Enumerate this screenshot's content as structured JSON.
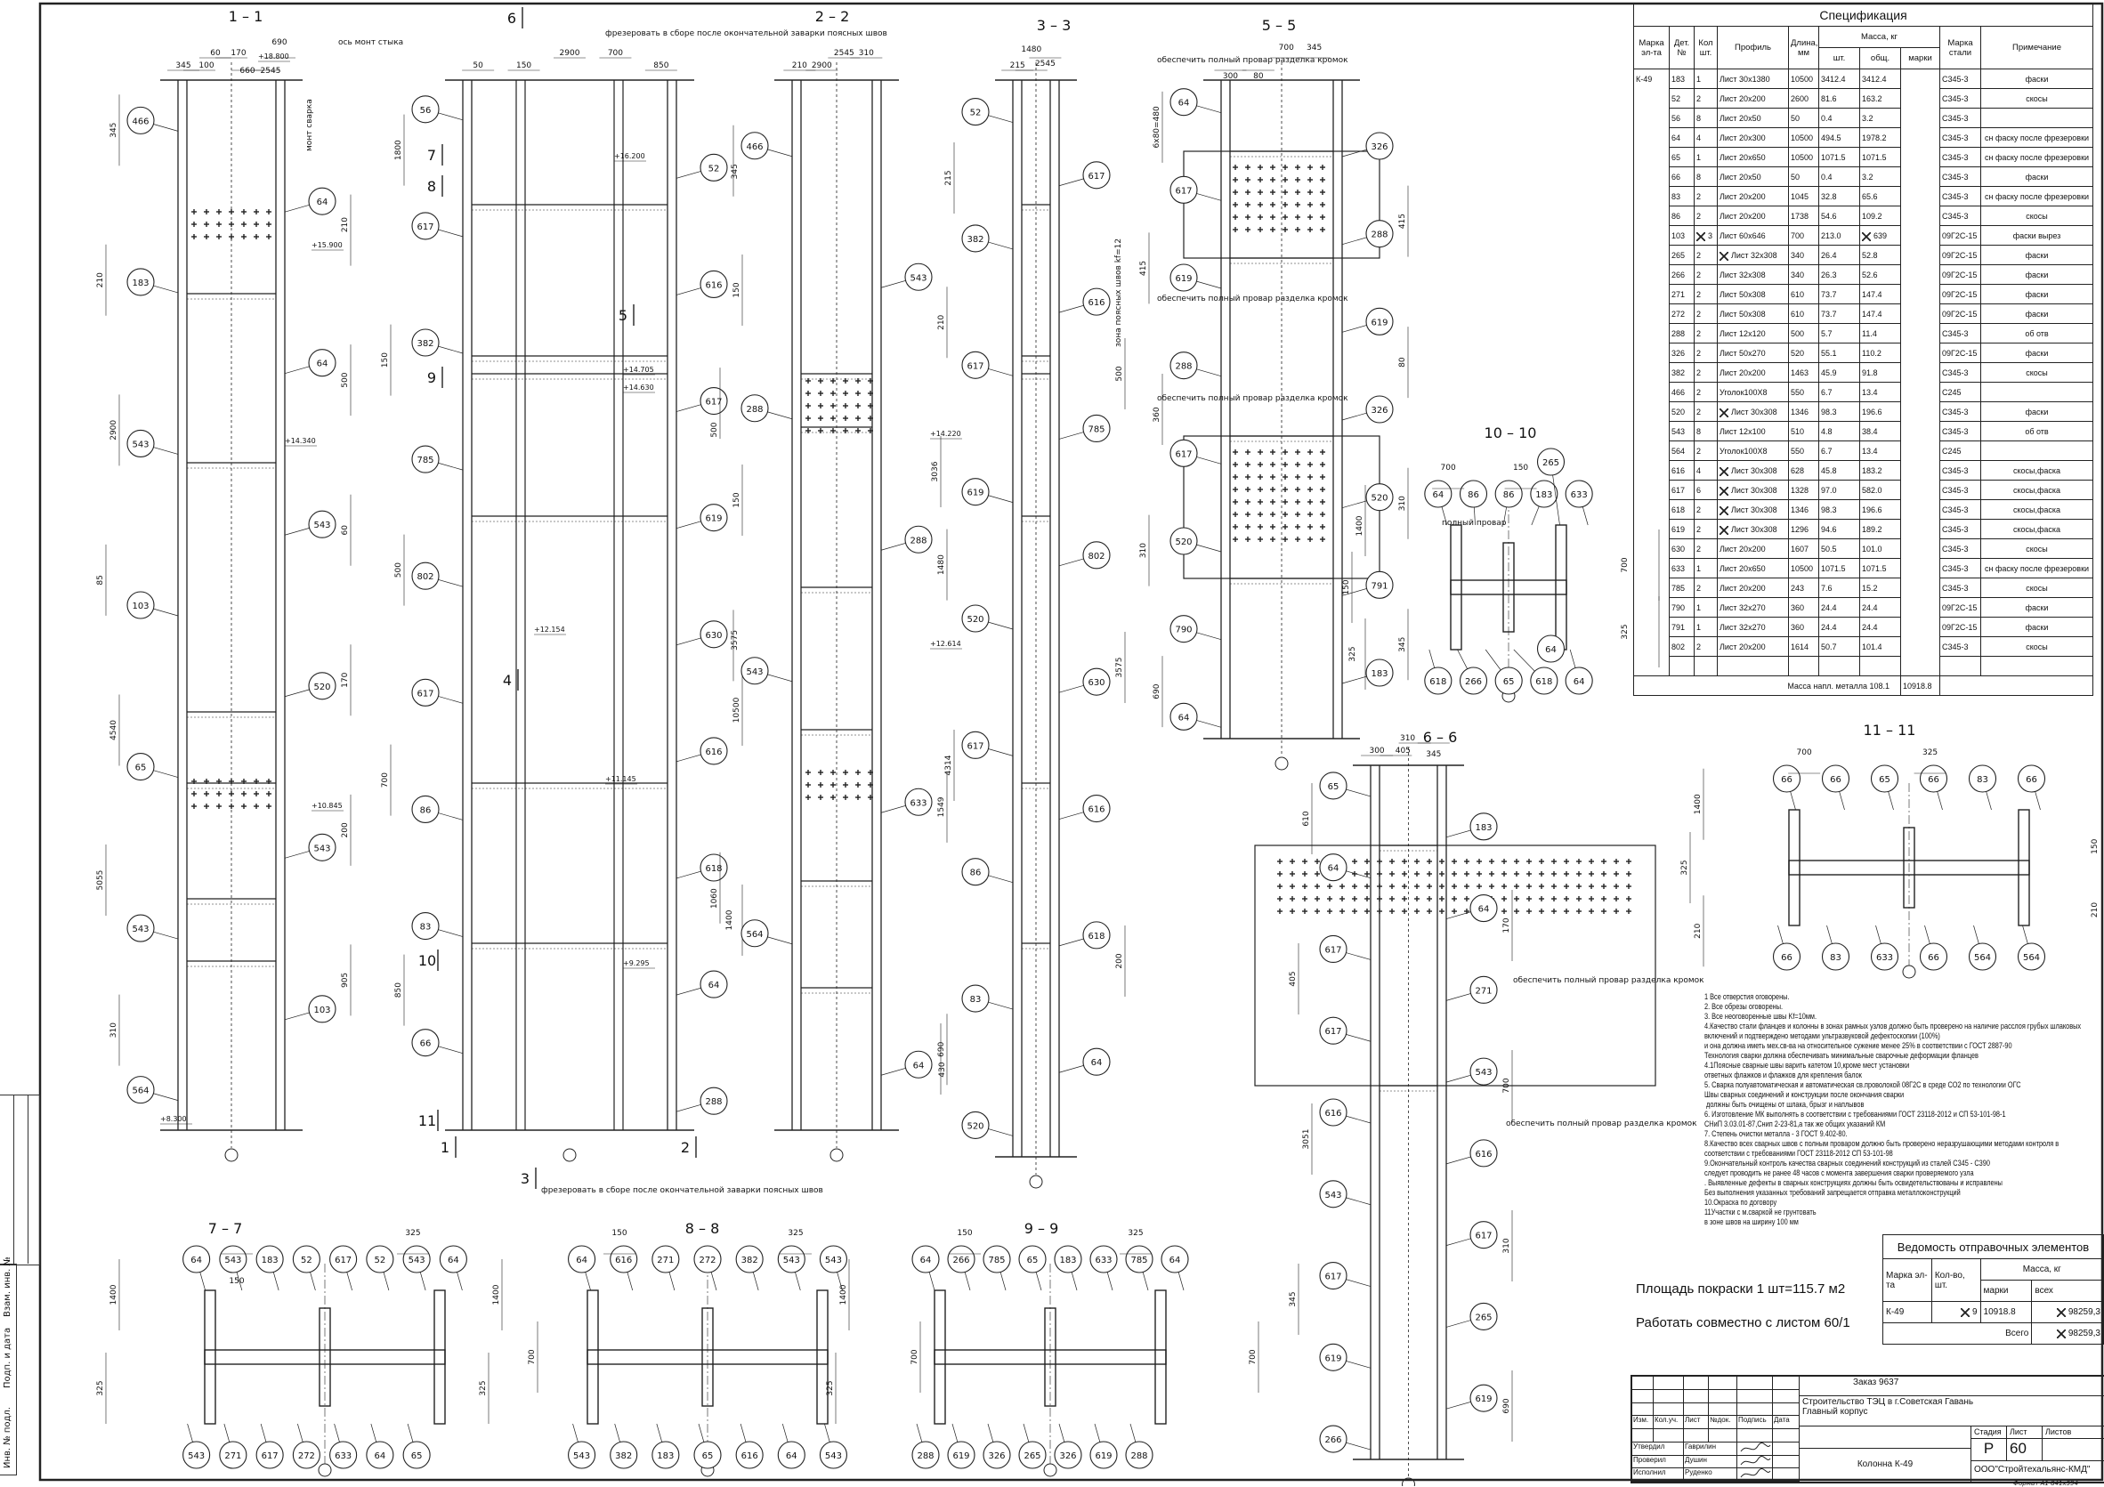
{
  "views": [
    {
      "title": "1 – 1",
      "callouts": [
        "466",
        "64",
        "183",
        "64",
        "543",
        "543",
        "103",
        "520",
        "65",
        "543",
        "543",
        "103",
        "564"
      ],
      "dims": [
        "345",
        "345",
        "210",
        "210",
        "100",
        "500",
        "2900",
        "60",
        "60",
        "85",
        "170",
        "170",
        "4540",
        "660",
        "200",
        "5055",
        "2545",
        "905",
        "310",
        "690"
      ]
    },
    {
      "title": "",
      "callouts": [
        "56",
        "52",
        "617",
        "616",
        "382",
        "617",
        "785",
        "619",
        "802",
        "630",
        "617",
        "616",
        "86",
        "618",
        "83",
        "64",
        "66",
        "288"
      ],
      "dims": [
        "1800",
        "50",
        "150",
        "150",
        "150",
        "150",
        "500",
        "2900",
        "10500",
        "700",
        "700",
        "1400",
        "850",
        "850"
      ]
    },
    {
      "title": "2 – 2",
      "callouts": [
        "466",
        "543",
        "288",
        "288",
        "543",
        "633",
        "564",
        "64"
      ],
      "dims": [
        "345",
        "210",
        "210",
        "500",
        "2900",
        "1480",
        "3575",
        "2545",
        "1549",
        "1060",
        "310",
        "690"
      ]
    },
    {
      "title": "3 – 3",
      "callouts": [
        "52",
        "617",
        "382",
        "616",
        "617",
        "785",
        "619",
        "802",
        "520",
        "630",
        "617",
        "616",
        "86",
        "618",
        "83",
        "64",
        "520"
      ],
      "dims": [
        "215",
        "215",
        "500",
        "3036",
        "1480",
        "3575",
        "4314",
        "2545",
        "200",
        "430"
      ]
    },
    {
      "title": "5 – 5",
      "callouts": [
        "64",
        "326",
        "617",
        "288",
        "619",
        "619",
        "288",
        "326",
        "617",
        "520",
        "520",
        "791",
        "790",
        "183",
        "64"
      ],
      "dims": [
        "6x80=480",
        "300",
        "415",
        "415",
        "80",
        "80",
        "360",
        "700",
        "310",
        "310",
        "345",
        "345",
        "690"
      ]
    },
    {
      "title": "10 – 10",
      "callouts": [
        "64",
        "618",
        "86",
        "266",
        "86",
        "65",
        "183",
        "618",
        "265",
        "64",
        "633",
        "64"
      ],
      "dims": [
        "1400",
        "700",
        "700",
        "150",
        "150",
        "325",
        "325"
      ]
    },
    {
      "title": "6 – 6",
      "callouts": [
        "65",
        "183",
        "64",
        "64",
        "617",
        "271",
        "617",
        "543",
        "616",
        "616",
        "543",
        "617",
        "617",
        "265",
        "619",
        "619",
        "266"
      ],
      "dims": [
        "610",
        "300",
        "170",
        "405",
        "405",
        "700",
        "3051",
        "310",
        "310",
        "345",
        "345",
        "690"
      ]
    },
    {
      "title": "11 – 11",
      "callouts": [
        "66",
        "66",
        "66",
        "83",
        "65",
        "633",
        "66",
        "66",
        "83",
        "564",
        "66",
        "564"
      ],
      "dims": [
        "1400",
        "700",
        "150",
        "325",
        "325",
        "210",
        "210"
      ]
    },
    {
      "title": "7 – 7",
      "callouts": [
        "64",
        "543",
        "543",
        "271",
        "183",
        "617",
        "52",
        "272",
        "617",
        "633",
        "52",
        "64",
        "543",
        "65",
        "64"
      ],
      "dims": [
        "1400",
        "150",
        "700",
        "325",
        "325"
      ]
    },
    {
      "title": "8 – 8",
      "callouts": [
        "64",
        "543",
        "616",
        "382",
        "271",
        "183",
        "272",
        "65",
        "382",
        "616",
        "543",
        "64",
        "543",
        "543"
      ],
      "dims": [
        "1400",
        "150",
        "700",
        "325",
        "325"
      ]
    },
    {
      "title": "9 – 9",
      "callouts": [
        "64",
        "288",
        "266",
        "619",
        "785",
        "326",
        "65",
        "265",
        "183",
        "326",
        "633",
        "619",
        "785",
        "288",
        "64"
      ],
      "dims": [
        "1400",
        "150",
        "700",
        "325",
        "325"
      ]
    }
  ],
  "annotations": {
    "axis_joint": "ось монт стыка",
    "site_weld": "монт сварка",
    "mill_top": "фрезеровать в сборе после окончательной заварки поясных швов",
    "mill_bottom": "фрезеровать в сборе после окончательной заварки поясных швов",
    "full_pen_1": "обеспечить полный провар разделка кромок",
    "full_pen_2": "обеспечить полный провар разделка кромок",
    "full_pen_3": "обеспечить полный провар разделка кромок",
    "full_pen_4": "обеспечить полный провар разделка кромок",
    "full_pen_5": "обеспечить полный провар разделка кромок",
    "full_pen_short": "полный провар",
    "flange_zone": "зона поясных швов kf=12",
    "elevations": [
      "+18.800",
      "+16.200",
      "+15.900",
      "+14.705",
      "+14.630",
      "+14.340",
      "+14.220",
      "+12.154",
      "+12.614",
      "+11.145",
      "+10.845",
      "+9.295",
      "+8.300"
    ],
    "section_marks": [
      "1",
      "2",
      "3",
      "4",
      "5",
      "6",
      "7",
      "8",
      "9",
      "10",
      "11"
    ],
    "axis": "8"
  },
  "spec": {
    "title": "Спецификация",
    "headers": {
      "mark": "Марка эл-та",
      "det": "Дет. №",
      "qty": "Кол шт.",
      "profile": "Профиль",
      "length": "Длина, мм",
      "mass": "Масса, кг",
      "mass_pc": "шт.",
      "mass_total": "общ.",
      "mass_mark": "марки",
      "steel": "Марка стали",
      "note": "Примечание"
    },
    "element": "К-49",
    "rows": [
      {
        "det": "183",
        "qty": "1",
        "profile": "Лист 30х1380",
        "len": "10500",
        "pc": "3412.4",
        "tot": "3412.4",
        "steel": "С345-3",
        "note": "фаски"
      },
      {
        "det": "52",
        "qty": "2",
        "profile": "Лист 20х200",
        "len": "2600",
        "pc": "81.6",
        "tot": "163.2",
        "steel": "С345-3",
        "note": "скосы"
      },
      {
        "det": "56",
        "qty": "8",
        "profile": "Лист 20х50",
        "len": "50",
        "pc": "0.4",
        "tot": "3.2",
        "steel": "С345-3",
        "note": ""
      },
      {
        "det": "64",
        "qty": "4",
        "profile": "Лист 20х300",
        "len": "10500",
        "pc": "494.5",
        "tot": "1978.2",
        "steel": "С345-3",
        "note": "сн фаску после фрезеровки"
      },
      {
        "det": "65",
        "qty": "1",
        "profile": "Лист 20х650",
        "len": "10500",
        "pc": "1071.5",
        "tot": "1071.5",
        "steel": "С345-3",
        "note": "сн фаску после фрезеровки"
      },
      {
        "det": "66",
        "qty": "8",
        "profile": "Лист 20х50",
        "len": "50",
        "pc": "0.4",
        "tot": "3.2",
        "steel": "С345-3",
        "note": "фаски"
      },
      {
        "det": "83",
        "qty": "2",
        "profile": "Лист 20х200",
        "len": "1045",
        "pc": "32.8",
        "tot": "65.6",
        "steel": "С345-3",
        "note": "сн фаску после фрезеровки"
      },
      {
        "det": "86",
        "qty": "2",
        "profile": "Лист 20х200",
        "len": "1738",
        "pc": "54.6",
        "tot": "109.2",
        "steel": "С345-3",
        "note": "скосы"
      },
      {
        "det": "103",
        "qty": "3",
        "qty_corrected": true,
        "profile": "Лист 60х646",
        "len": "700",
        "pc": "213.0",
        "tot": "639",
        "tot_corrected": true,
        "steel": "09Г2С-15",
        "note": "фаски вырез"
      },
      {
        "det": "265",
        "qty": "2",
        "profile": "Лист 32х308",
        "profile_corrected": true,
        "len": "340",
        "pc": "26.4",
        "tot": "52.8",
        "steel": "09Г2С-15",
        "note": "фаски"
      },
      {
        "det": "266",
        "qty": "2",
        "profile": "Лист 32х308",
        "len": "340",
        "pc": "26.3",
        "tot": "52.6",
        "steel": "09Г2С-15",
        "note": "фаски"
      },
      {
        "det": "271",
        "qty": "2",
        "profile": "Лист 50х308",
        "len": "610",
        "pc": "73.7",
        "tot": "147.4",
        "steel": "09Г2С-15",
        "note": "фаски"
      },
      {
        "det": "272",
        "qty": "2",
        "profile": "Лист 50х308",
        "len": "610",
        "pc": "73.7",
        "tot": "147.4",
        "steel": "09Г2С-15",
        "note": "фаски"
      },
      {
        "det": "288",
        "qty": "2",
        "profile": "Лист 12х120",
        "len": "500",
        "pc": "5.7",
        "tot": "11.4",
        "steel": "С345-3",
        "note": "об отв"
      },
      {
        "det": "326",
        "qty": "2",
        "profile": "Лист 50х270",
        "len": "520",
        "pc": "55.1",
        "tot": "110.2",
        "steel": "09Г2С-15",
        "note": "фаски"
      },
      {
        "det": "382",
        "qty": "2",
        "profile": "Лист 20х200",
        "len": "1463",
        "pc": "45.9",
        "tot": "91.8",
        "steel": "С345-3",
        "note": "скосы"
      },
      {
        "det": "466",
        "qty": "2",
        "profile": "Уголок100Х8",
        "len": "550",
        "pc": "6.7",
        "tot": "13.4",
        "steel": "С245",
        "note": ""
      },
      {
        "det": "520",
        "qty": "2",
        "profile": "Лист 30х308",
        "profile_corrected": true,
        "len": "1346",
        "pc": "98.3",
        "tot": "196.6",
        "steel": "С345-3",
        "note": "фаски"
      },
      {
        "det": "543",
        "qty": "8",
        "profile": "Лист 12х100",
        "len": "510",
        "pc": "4.8",
        "tot": "38.4",
        "steel": "С345-3",
        "note": "об отв"
      },
      {
        "det": "564",
        "qty": "2",
        "profile": "Уголок100Х8",
        "len": "550",
        "pc": "6.7",
        "tot": "13.4",
        "steel": "С245",
        "note": ""
      },
      {
        "det": "616",
        "qty": "4",
        "profile": "Лист 30х308",
        "profile_corrected": true,
        "len": "628",
        "pc": "45.8",
        "tot": "183.2",
        "steel": "С345-3",
        "note": "скосы,фаска"
      },
      {
        "det": "617",
        "qty": "6",
        "profile": "Лист 30х308",
        "profile_corrected": true,
        "len": "1328",
        "pc": "97.0",
        "tot": "582.0",
        "steel": "С345-3",
        "note": "скосы,фаска"
      },
      {
        "det": "618",
        "qty": "2",
        "profile": "Лист 30х308",
        "profile_corrected": true,
        "len": "1346",
        "pc": "98.3",
        "tot": "196.6",
        "steel": "С345-3",
        "note": "скосы,фаска"
      },
      {
        "det": "619",
        "qty": "2",
        "profile": "Лист 30х308",
        "profile_corrected": true,
        "len": "1296",
        "pc": "94.6",
        "tot": "189.2",
        "steel": "С345-3",
        "note": "скосы,фаска"
      },
      {
        "det": "630",
        "qty": "2",
        "profile": "Лист 20х200",
        "len": "1607",
        "pc": "50.5",
        "tot": "101.0",
        "steel": "С345-3",
        "note": "скосы"
      },
      {
        "det": "633",
        "qty": "1",
        "profile": "Лист 20х650",
        "len": "10500",
        "pc": "1071.5",
        "tot": "1071.5",
        "steel": "С345-3",
        "note": "сн фаску после фрезеровки"
      },
      {
        "det": "785",
        "qty": "2",
        "profile": "Лист 20х200",
        "len": "243",
        "pc": "7.6",
        "tot": "15.2",
        "steel": "С345-3",
        "note": "скосы"
      },
      {
        "det": "790",
        "qty": "1",
        "profile": "Лист 32х270",
        "len": "360",
        "pc": "24.4",
        "tot": "24.4",
        "steel": "09Г2С-15",
        "note": "фаски"
      },
      {
        "det": "791",
        "qty": "1",
        "profile": "Лист 32х270",
        "len": "360",
        "pc": "24.4",
        "tot": "24.4",
        "steel": "09Г2С-15",
        "note": "фаски"
      },
      {
        "det": "802",
        "qty": "2",
        "profile": "Лист 20х200",
        "len": "1614",
        "pc": "50.7",
        "tot": "101.4",
        "steel": "С345-3",
        "note": "скосы"
      }
    ],
    "weld_mass_label": "Масса напл. металла 108.1",
    "total_mass": "10918.8"
  },
  "notes": "1 Все отверстия оговорены.\n2. Все обрезы оговорены.\n3. Все неоговоренные швы Kf=10мм.\n4.Качество стали фланцев и колонны в зонах рамных узлов должно быть проверено на наличие расслоя грубых шлаковых включений и подтверждено методами ультразвуковой дефектоскопии (100%)\nи она должна иметь мех.св-ва на относительное сужение менее 25% в соответствии с ГОСТ 2887-90\nТехнология сварки должна обеспечивать минимальные сварочные деформации фланцев\n4.1Поясные сварные швы варить катетом 10,кроме мест установки\nответных флажков и флажков для крепления балок\n5. Сварка полуавтоматическая и автоматическая св.проволокой 08Г2С в среде СО2 по технологии ОГС\nШвы сварных соединений и конструкции после окончания сварки\n должны быть очищены от шлака, брызг и наплывов\n6. Изготовление МК выполнять в соответствии с требованиями ГОСТ 23118-2012 и СП 53-101-98-1\nСНиП 3.03.01-87,Снип 2-23-81,а так же общих указаний КМ\n7. Степень очистки металла - 3 ГОСТ 9.402-80.\n8.Качество всех сварных швов с полным проваром должно быть проверено неразрушающими методами контроля в соответствии с требованиями ГОСТ 23118-2012 СП 53-101-98\n9.Окончательный контроль качества сварных соединений конструкций из сталей С345 - С390\nследует проводить не ранее 48 часов с момента завершения сварки проверяемого узла\n. Выявленные дефекты в сварных конструкциях должны быть освидетельствованы и исправлены\nБез выполнения указанных требований запрещается отправка металлоконструкций\n10.Окраска по договору\n11Участки с м.сваркой не грунтовать\nв зоне швов на ширину 100 мм",
  "paint_area": "Площадь покраски 1 шт=115.7 м2",
  "work_with": "Работать совместно с листом 60/1",
  "shipping": {
    "title": "Ведомость отправочных элементов",
    "h_mark": "Марка эл-та",
    "h_qty": "Кол-во, шт.",
    "h_mass": "Масса, кг",
    "h_mass_mark": "марки",
    "h_mass_all": "всех",
    "row": {
      "mark": "К-49",
      "qty": "9",
      "mass_mark": "10918.8",
      "mass_all": "98259,3"
    },
    "total_label": "Всего",
    "total": "98259,3"
  },
  "title_block": {
    "order": "Заказ 9637",
    "project": "Строительство ТЭЦ в г.Советская Гавань",
    "building": "Главный корпус",
    "cols": [
      "Изм.",
      "Кол.уч.",
      "Лист",
      "№док.",
      "Подпись",
      "Дата"
    ],
    "roles": [
      {
        "role": "Утвердил",
        "name": "Гаврилин"
      },
      {
        "role": "Проверил",
        "name": "Душин"
      },
      {
        "role": "Исполнил",
        "name": "Руденко"
      }
    ],
    "stage_label": "Стадия",
    "sheet_label": "Лист",
    "sheets_label": "Листов",
    "stage": "Р",
    "sheet": "60",
    "sheets": "",
    "drawing_name": "Колонна К-49",
    "company": "ООО\"Стройтехальянс-КМД\"",
    "format": "Формат А1  841х594"
  },
  "side_stamp": {
    "inv_orig": "Инв. № подл.",
    "sign_date": "Подп. и дата",
    "replace_inv": "Взам. инв. №"
  }
}
